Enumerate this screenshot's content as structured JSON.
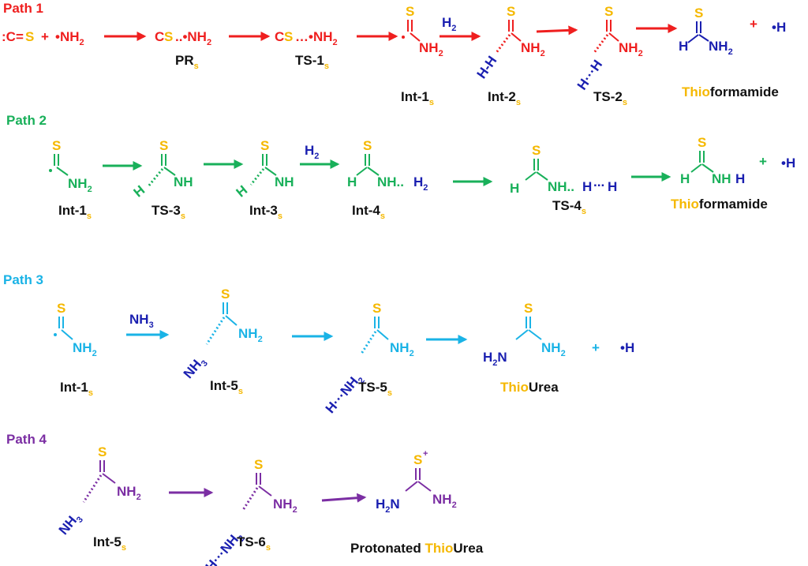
{
  "colors": {
    "path1": "#ef1f1f",
    "path2": "#19b05a",
    "path3": "#1ab3e6",
    "path4": "#7b2ea3",
    "sulfur": "#f5b800",
    "reactant_blue": "#1a1fb0",
    "label": "#111111"
  },
  "paths": {
    "p1": {
      "title": "Path 1",
      "reactant_cs": "̇C=S",
      "plus": "+",
      "nh2_radical": "•NH",
      "pr_species": "CS..•NH",
      "ts1_species": "CS…•NH",
      "h2_reagent": "H",
      "h2_sub": "2",
      "hh": "H-H",
      "h_dot": "H",
      "h": "H",
      "product_radical": "•H",
      "labels": {
        "pr": "PR",
        "ts1": "TS-1",
        "int1": "Int-1",
        "int2": "Int-2",
        "ts2": "TS-2"
      },
      "product_prefix": "Thio",
      "product_suffix": "formamide"
    },
    "p2": {
      "title": "Path 2",
      "nh": "NH",
      "h": "H",
      "nh_h2": "NH..",
      "h2": "H",
      "h2_sub": "2",
      "ts4_tail": "NH..",
      "ts4_h1": "H",
      "ts4_dots": "...",
      "ts4_h2": "H",
      "nhh": "NH",
      "nhh_h": "H",
      "plus": "+",
      "product_radical": "•H",
      "labels": {
        "int1": "Int-1",
        "ts3": "TS-3",
        "int3": "Int-3",
        "int4": "Int-4",
        "ts4": "TS-4"
      },
      "product_prefix": "Thio",
      "product_suffix": "formamide"
    },
    "p3": {
      "title": "Path 3",
      "nh3_reagent": "NH",
      "nh3_sub": "3",
      "h2n": "H",
      "h2n_n": "N",
      "plus": "+",
      "product_radical": "•H",
      "h_dots": "H···NH",
      "labels": {
        "int1": "Int-1",
        "int5": "Int-5",
        "ts5": "TS-5"
      },
      "product_prefix": "Thio",
      "product_suffix": "Urea"
    },
    "p4": {
      "title": "Path 4",
      "splus": "+",
      "labels": {
        "int5": "Int-5",
        "ts6": "TS-6"
      },
      "product_prefix": "Protonated ",
      "product_mid": "Thio",
      "product_suffix": "Urea"
    }
  },
  "atoms": {
    "s": "S",
    "n": "NH",
    "n_sub": "2",
    "nh3": "NH",
    "nh3_sub": "3",
    "label_sub": "s"
  }
}
